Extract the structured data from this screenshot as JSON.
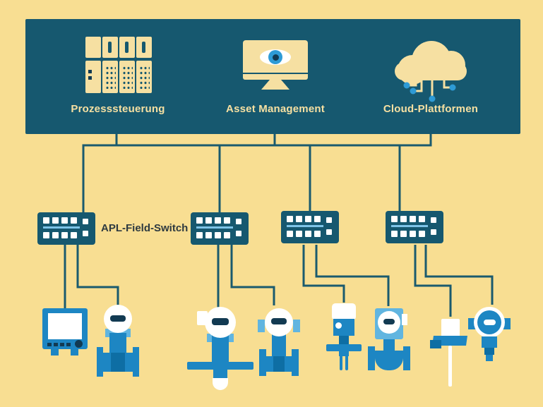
{
  "colors": {
    "background": "#F8DE92",
    "panel_teal": "#16586F",
    "line_teal": "#1A5A6E",
    "cream": "#F6E0A2",
    "white": "#FFFFFF",
    "device_blue": "#1D86C3",
    "device_dark_blue": "#0E6EA4",
    "device_light_blue": "#61B5E0",
    "dot_blue": "#2E9BD6",
    "navy": "#123A52",
    "label_dark": "#2E3A40"
  },
  "header": {
    "items": [
      {
        "label": "Prozesssteuerung",
        "icon": "plc-icon"
      },
      {
        "label": "Asset Management",
        "icon": "monitor-eye-icon"
      },
      {
        "label": "Cloud-Plattformen",
        "icon": "cloud-icon"
      }
    ]
  },
  "field_switch": {
    "label": "APL-Field-Switch",
    "count": 4
  },
  "devices": [
    {
      "icon": "process-recorder-icon"
    },
    {
      "icon": "electromagnetic-flowmeter-icon"
    },
    {
      "icon": "radar-level-transmitter-icon"
    },
    {
      "icon": "vortex-flowmeter-icon"
    },
    {
      "icon": "vibration-fork-level-switch-icon"
    },
    {
      "icon": "coriolis-flowmeter-icon"
    },
    {
      "icon": "temperature-sensor-icon"
    },
    {
      "icon": "pressure-transmitter-icon"
    }
  ]
}
